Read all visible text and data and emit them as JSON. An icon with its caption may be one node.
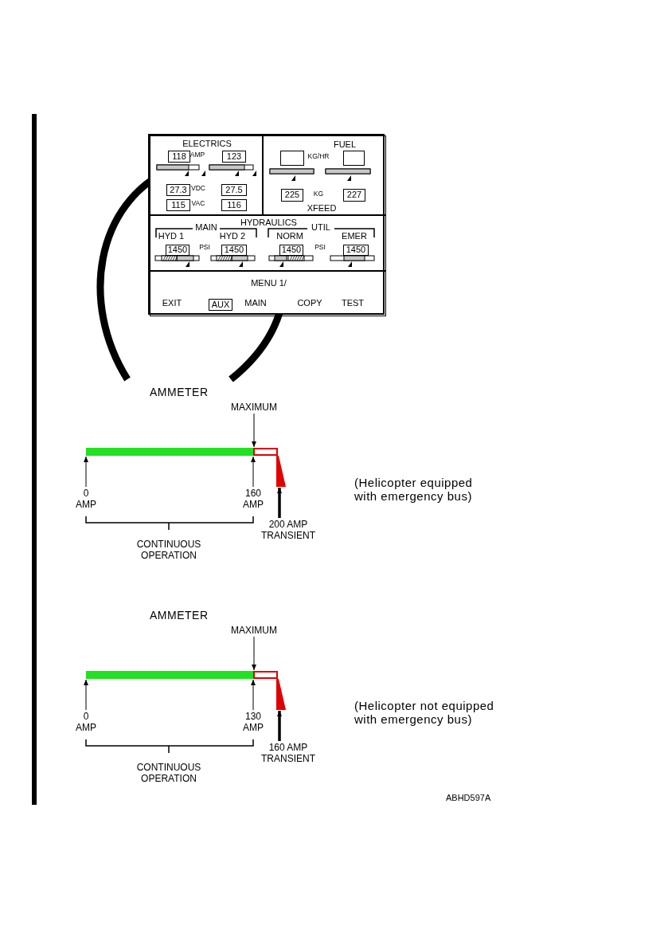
{
  "diagram": {
    "nodes": [
      {
        "text": [],
        "shape": "box"
      },
      {
        "text": [
          "ELECTRICS"
        ],
        "in": 0
      },
      {
        "text": [
          "118"
        ],
        "in": 1
      },
      {
        "text": [
          "123"
        ],
        "in": 1
      },
      {
        "text": [
          "27.3"
        ],
        "in": 1
      },
      {
        "text": [
          "27.5"
        ],
        "in": 1
      },
      {
        "text": [
          "115"
        ],
        "in": 1
      },
      {
        "text": [
          "116"
        ],
        "in": 1
      },
      {
        "text": [
          "FUEL",
          "XFEED"
        ],
        "in": 0
      },
      {
        "text": [],
        "shape": "box",
        "in": 8
      },
      {
        "text": [],
        "shape": "box",
        "in": 8
      },
      {
        "text": [
          "225"
        ],
        "in": 8
      },
      {
        "text": [
          "227"
        ],
        "in": 8
      },
      {
        "text": [
          "HYDRAULICS"
        ],
        "in": 0
      },
      {
        "text": [
          "1450"
        ],
        "in": 13
      },
      {
        "text": [
          "1450"
        ],
        "in": 13
      },
      {
        "text": [
          "1450"
        ],
        "in": 13
      },
      {
        "text": [
          "1450"
        ],
        "in": 13
      },
      {
        "text": [
          "MENU 1/"
        ],
        "in": 0
      },
      {
        "text": [
          "AUX"
        ],
        "in": 18
      },
      {
        "text": [
          "MAXIMUM"
        ]
      },
      {
        "text": [],
        "shape": "bar"
      },
      {
        "text": [],
        "shape": "bar"
      },
      {
        "text": [],
        "shape": "triangle"
      },
      {
        "text": [
          "0 AMP"
        ]
      },
      {
        "text": [
          "160 AMP"
        ]
      },
      {
        "text": [
          "200 AMP TRANSIENT"
        ]
      },
      {
        "text": [
          "MAXIMUM"
        ]
      },
      {
        "text": [],
        "shape": "bar"
      },
      {
        "text": [],
        "shape": "bar"
      },
      {
        "text": [],
        "shape": "triangle"
      },
      {
        "text": [
          "0 AMP"
        ]
      },
      {
        "text": [
          "130 AMP"
        ]
      },
      {
        "text": [
          "160 AMP TRANSIENT"
        ]
      }
    ],
    "edges": [
      {
        "from": 20,
        "to": 22,
        "arrow": "to"
      },
      {
        "from": 24,
        "to": 21,
        "arrow": "to"
      },
      {
        "from": 25,
        "to": 21,
        "arrow": "to"
      },
      {
        "from": 26,
        "to": 23,
        "arrow": "to",
        "style": "thick"
      },
      {
        "from": 27,
        "to": 29,
        "arrow": "to"
      },
      {
        "from": 31,
        "to": 28,
        "arrow": "to"
      },
      {
        "from": 32,
        "to": 28,
        "arrow": "to"
      },
      {
        "from": 33,
        "to": 30,
        "arrow": "to",
        "style": "thick"
      }
    ],
    "labels": [
      "AMP",
      "KG/HR",
      "VDC",
      "KG",
      "VAC",
      "MAIN",
      "UTIL",
      "HYD 1",
      "HYD 2",
      "NORM",
      "EMER",
      "PSI",
      "PSI",
      "EXIT",
      "MAIN",
      "COPY",
      "TEST",
      "AMMETER",
      "(Helicopter equipped with emergency bus)",
      "CONTINUOUS OPERATION",
      "AMMETER",
      "(Helicopter not equipped with emergency bus)",
      "CONTINUOUS OPERATION",
      "ABHD597A"
    ]
  }
}
